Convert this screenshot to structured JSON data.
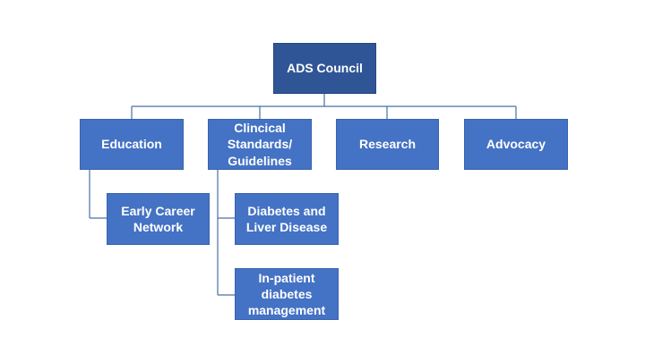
{
  "org_chart": {
    "root": {
      "label": "ADS Council"
    },
    "children": [
      {
        "label": "Education",
        "children": [
          {
            "label": "Early Career Network"
          }
        ]
      },
      {
        "label": "Clincical Standards/ Guidelines",
        "children": [
          {
            "label": "Diabetes and Liver Disease"
          },
          {
            "label": "In-patient diabetes management"
          }
        ]
      },
      {
        "label": "Research"
      },
      {
        "label": "Advocacy"
      }
    ]
  },
  "colors": {
    "box": "#4472c4",
    "root_box": "#2f5597",
    "text": "#ffffff",
    "connector": "#4a6fa5"
  }
}
